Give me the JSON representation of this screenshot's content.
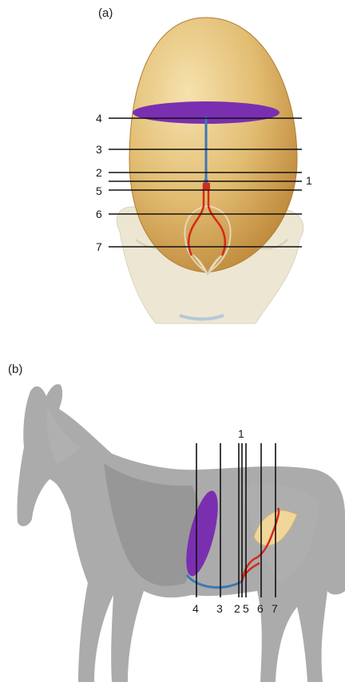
{
  "panels": [
    {
      "label": "(a)",
      "line_labels": [
        "4",
        "3",
        "2",
        "1",
        "5",
        "6",
        "7"
      ]
    },
    {
      "label": "(b)",
      "top_label": "1",
      "bottom_labels": [
        "4",
        "3",
        "2",
        "5",
        "6",
        "7"
      ]
    }
  ],
  "colors": {
    "egg": "#d9b060",
    "egg_highlight": "#f3dba2",
    "pelvis": "#ede7d4",
    "purple_organ": "#7a2fb0",
    "blue_tube": "#3a78b8",
    "red_vessel": "#d42a1a",
    "horse": "#9c9c9c",
    "horse_dark": "#808080",
    "bladder": "#f1d69a",
    "line": "#111111"
  }
}
